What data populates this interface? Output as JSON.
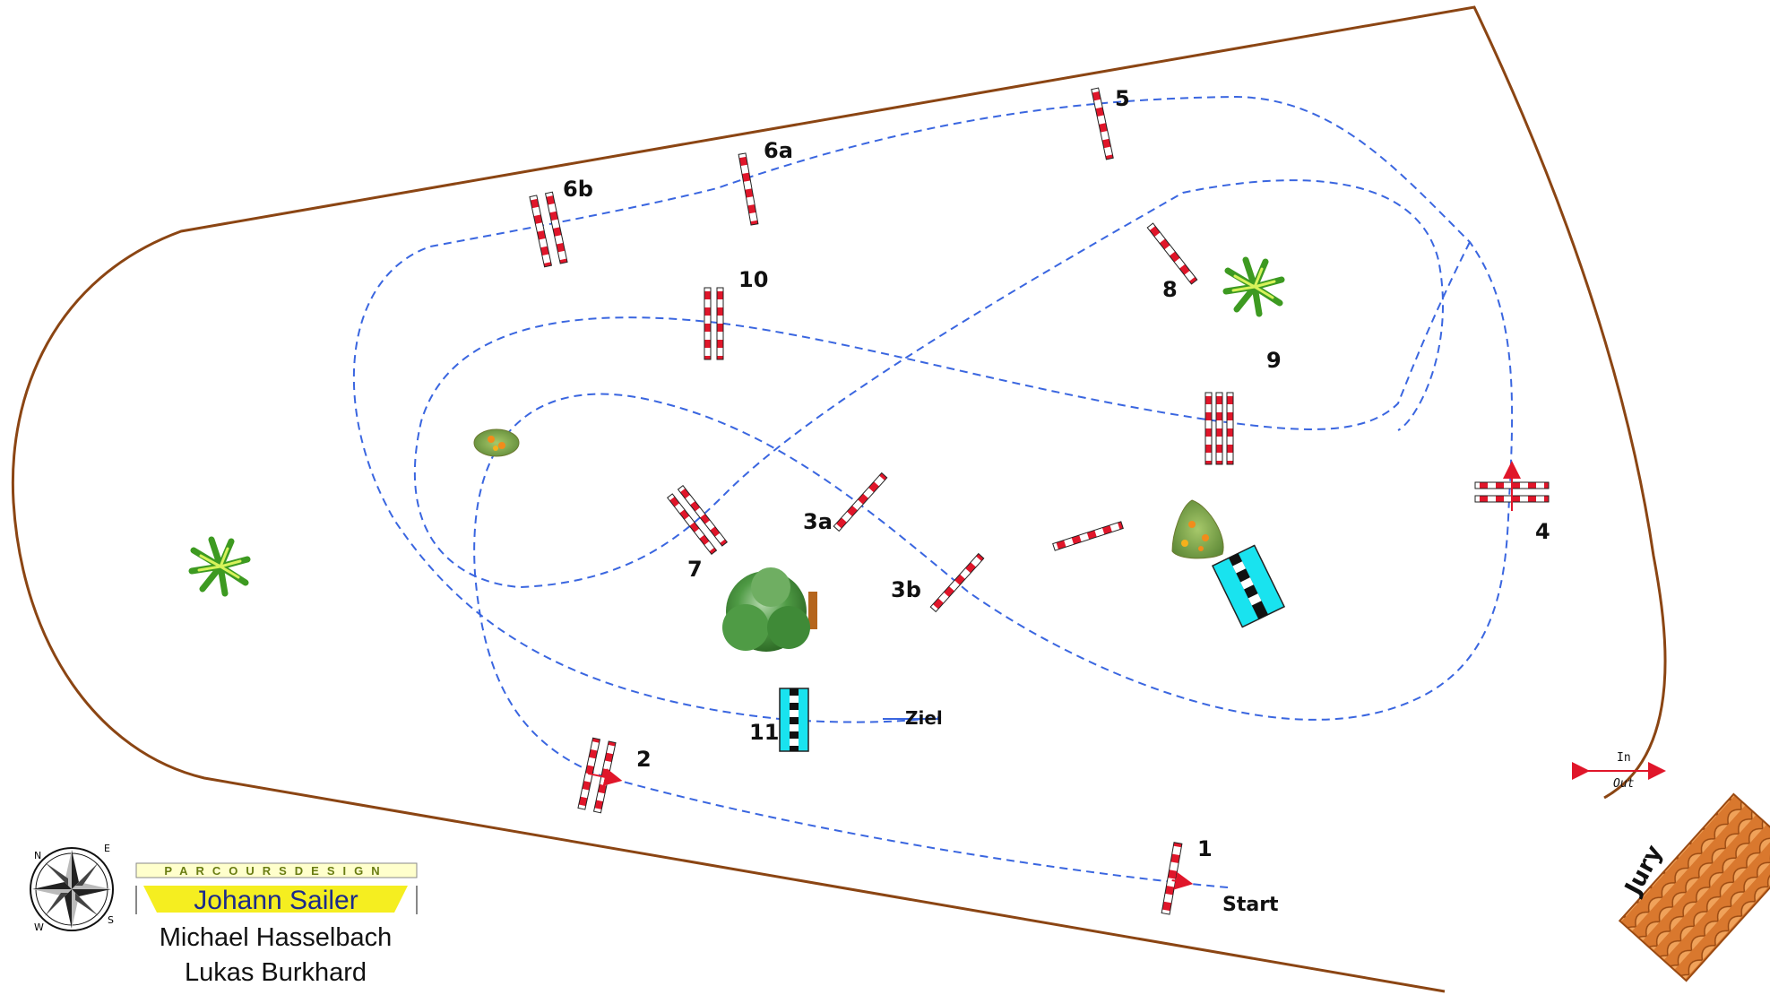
{
  "obstacles": {
    "o1": "1",
    "o2": "2",
    "o3a": "3a",
    "o3b": "3b",
    "o4": "4",
    "o5": "5",
    "o6a": "6a",
    "o6b": "6b",
    "o7": "7",
    "o8": "8",
    "o9": "9",
    "o10": "10",
    "o11": "11"
  },
  "markers": {
    "start": "Start",
    "finish": "Ziel",
    "in": "In",
    "out": "Out",
    "jury": "Jury"
  },
  "compass": {
    "n": "N",
    "e": "E",
    "s": "S",
    "w": "W"
  },
  "logo": {
    "top": "PARCOURSDESIGN",
    "name": "Johann Sailer"
  },
  "credits": {
    "line1": "Michael Hasselbach",
    "line2": "Lukas Burkhard"
  },
  "colors": {
    "arena_border": "#8b4513",
    "route": "#3a66e0",
    "pole_red": "#e0162a",
    "water": "#19e3ef",
    "jury": "#d9782e"
  }
}
